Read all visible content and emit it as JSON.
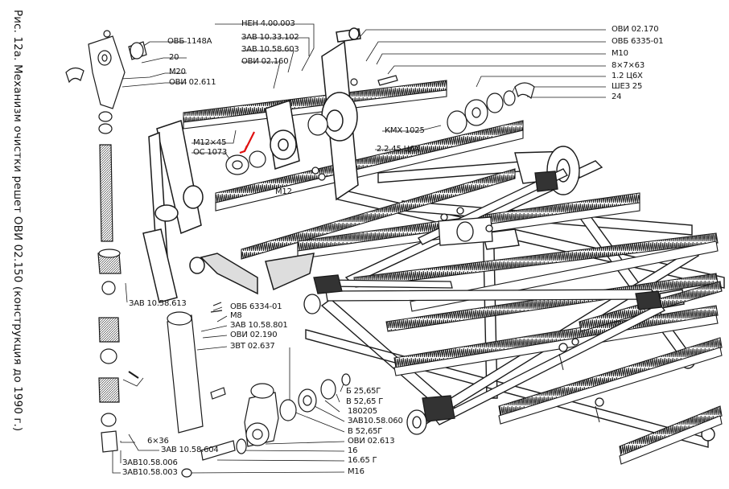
{
  "caption": "Рис. 12а. Механизм очистки решет ОВИ 02.150 (конструкция до 1990 г.)",
  "labels_left": {
    "ovb1148a": "ОВБ 1148А",
    "n20": "20",
    "m20": "М20",
    "ovi02611": "ОВИ 02.611",
    "m12x45": "М12×45",
    "os1073": "ОС 1073",
    "zav1058613": "ЗАВ 10.58.613",
    "n6x36": "6×36",
    "zav1058604": "ЗАВ 10.58.604",
    "zav1058006": "ЗАВ10.58.006",
    "zav1058003": "ЗАВ10.58.003"
  },
  "labels_top": {
    "nen400003": "НЕН 4.00.003",
    "zav1033102": "ЗАВ 10.33.102",
    "zav1058603": "ЗАВ 10.58.603",
    "ovi02160": "ОВИ 02.160",
    "m12": "М12",
    "kmx1025": "КМХ 1025",
    "c2245": "2.2.45 Ц6Х",
    "ovi02170": "ОВИ 02.170",
    "ovb6335": "ОВБ 6335-01",
    "m10": "М10",
    "n8x7x63": "8×7×63",
    "c12": "1.2 Ц6Х",
    "shez25": "ШЕЗ 25",
    "n24": "24"
  },
  "labels_bottom": {
    "ovb633401": "ОВБ 6334-01",
    "m8": "М8",
    "zav1058801": "ЗАВ 10.58.801",
    "ovi02190": "ОВИ 02.190",
    "zvt02637": "ЗВТ 02.637",
    "b2565": "Б 25,65Г",
    "v5265a": "В 52,65 Г",
    "n180205": "180205",
    "zav1058060": "ЗАВ10.58.060",
    "v5265b": "В 52,65Г",
    "ovi02613": "ОВИ 02.613",
    "n16": "16",
    "n1665": "16.65 Г",
    "m16": "М16"
  },
  "colors": {
    "ink": "#1a1a1a",
    "marker": "#e01010"
  }
}
